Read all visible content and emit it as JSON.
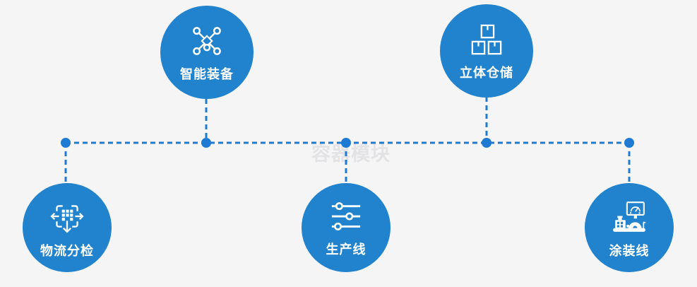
{
  "colors": {
    "background": "#f5f5f6",
    "node_fill": "#2183cd",
    "connector": "#1e7ad2",
    "label": "#ffffff",
    "watermark": "#e3e3e6"
  },
  "watermark": {
    "text": "容器模块"
  },
  "nodes": [
    {
      "id": "smart-equipment",
      "label": "智能装备",
      "icon": "network-nodes-icon",
      "row": "top"
    },
    {
      "id": "warehouse",
      "label": "立体仓储",
      "icon": "stacked-boxes-icon",
      "row": "top"
    },
    {
      "id": "logistics-sorting",
      "label": "物流分检",
      "icon": "sorting-arrows-icon",
      "row": "bottom"
    },
    {
      "id": "production-line",
      "label": "生产线",
      "icon": "sliders-icon",
      "row": "bottom"
    },
    {
      "id": "painting-line",
      "label": "涂装线",
      "icon": "control-station-icon",
      "row": "bottom"
    }
  ]
}
